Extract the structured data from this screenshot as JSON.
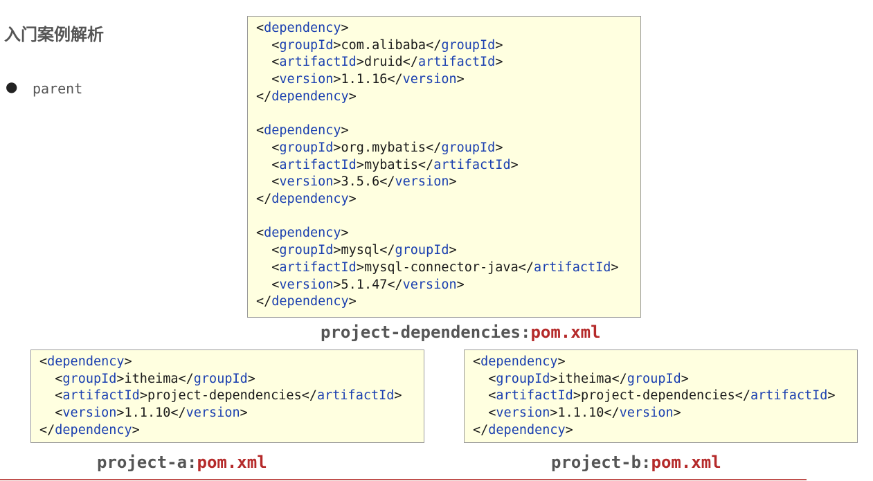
{
  "page": {
    "title": "入门案例解析",
    "bullet_text": "parent"
  },
  "main_box": {
    "dependencies": [
      {
        "groupId": "com.alibaba",
        "artifactId": "druid",
        "version": "1.1.16"
      },
      {
        "groupId": "org.mybatis",
        "artifactId": "mybatis",
        "version": "3.5.6"
      },
      {
        "groupId": "mysql",
        "artifactId": "mysql-connector-java",
        "version": "5.1.47"
      }
    ],
    "caption_project": "project-dependencies",
    "caption_sep": ":",
    "caption_file": "pom.xml"
  },
  "box_a": {
    "dependency": {
      "groupId": "itheima",
      "artifactId": "project-dependencies",
      "version": "1.1.10"
    },
    "caption_project": "project-a",
    "caption_sep": ":",
    "caption_file": "pom.xml"
  },
  "box_b": {
    "dependency": {
      "groupId": "itheima",
      "artifactId": "project-dependencies",
      "version": "1.1.10"
    },
    "caption_project": "project-b",
    "caption_sep": ":",
    "caption_file": "pom.xml"
  },
  "tags": {
    "dependency": "dependency",
    "groupId": "groupId",
    "artifactId": "artifactId",
    "version": "version"
  },
  "colors": {
    "tag": "#1a3fb0",
    "code_bg": "#ffffe0",
    "file_name": "#b52a2a",
    "accent_line": "#c0504d"
  }
}
